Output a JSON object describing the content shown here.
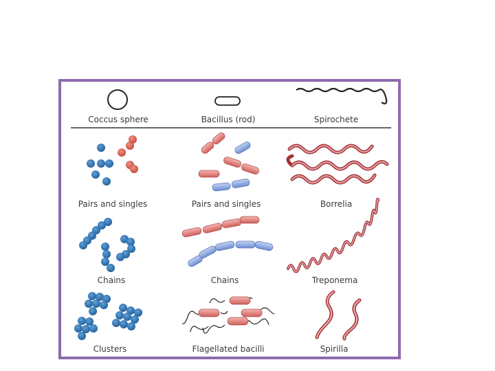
{
  "header": {
    "shapes": [
      {
        "label": "Coccus sphere",
        "icon": "coccus-sphere-icon"
      },
      {
        "label": "Bacillus (rod)",
        "icon": "bacillus-rod-icon"
      },
      {
        "label": "Spirochete",
        "icon": "spirochete-icon"
      }
    ]
  },
  "panels": {
    "coccus": [
      {
        "label": "Pairs and singles"
      },
      {
        "label": "Chains"
      },
      {
        "label": "Clusters"
      }
    ],
    "bacillus": [
      {
        "label": "Pairs and singles"
      },
      {
        "label": "Chains"
      },
      {
        "label": "Flagellated bacilli"
      }
    ],
    "spirochete": [
      {
        "label": "Borrelia"
      },
      {
        "label": "Treponema"
      },
      {
        "label": "Spirilla"
      }
    ]
  },
  "colors": {
    "frame": "#8e6aad",
    "blue_cell": "#2f6fb0",
    "red_cell": "#d46a5e",
    "rod_red": "#e88a86",
    "rod_blue": "#8aa6de",
    "spiral": "#b3373c"
  }
}
